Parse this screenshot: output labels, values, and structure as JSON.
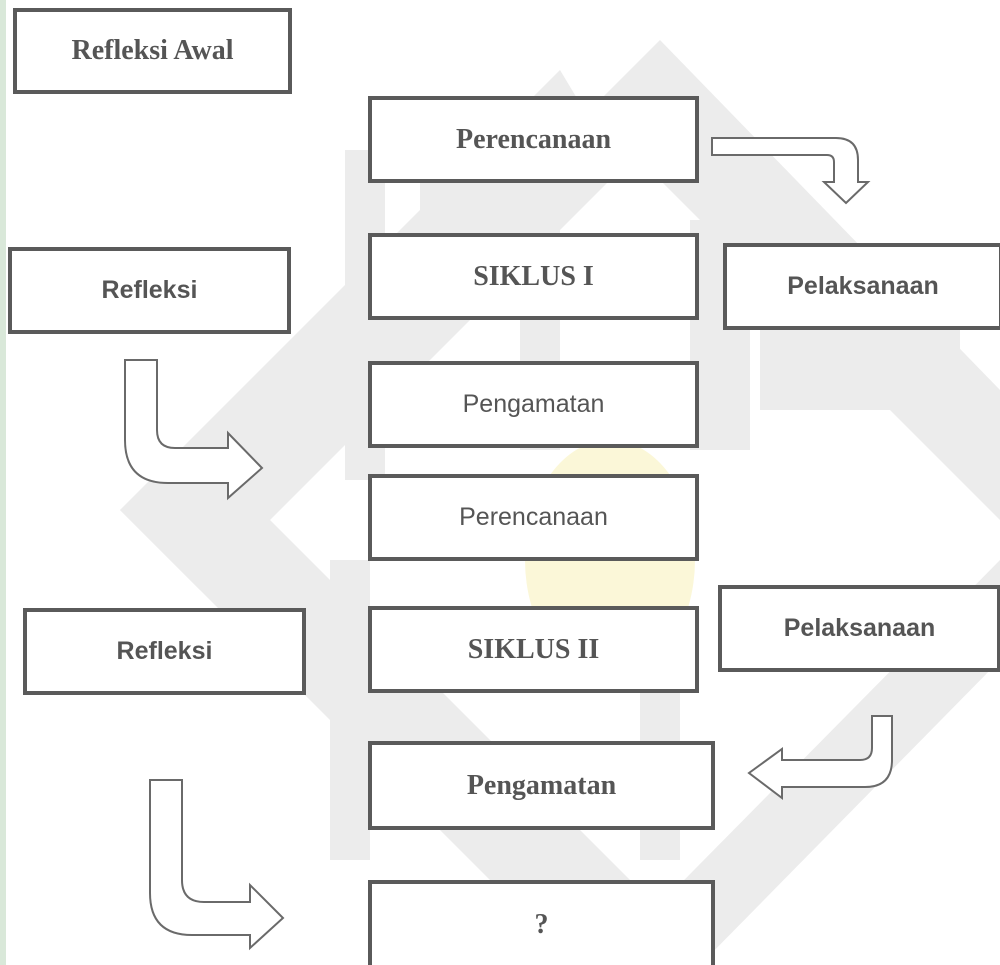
{
  "boxes": {
    "refleksi_awal": "Refleksi Awal",
    "perencanaan_1": "Perencanaan",
    "siklus_1": "SIKLUS I",
    "pelaksanaan_1": "Pelaksanaan",
    "refleksi_1": "Refleksi",
    "pengamatan_1": "Pengamatan",
    "perencanaan_2": "Perencanaan",
    "refleksi_2": "Refleksi",
    "siklus_2": "SIKLUS II",
    "pelaksanaan_2": "Pelaksanaan",
    "pengamatan_2": "Pengamatan",
    "unknown": "?"
  },
  "colors": {
    "box_border": "#5a5a5a",
    "text": "#555555",
    "arrow_stroke": "#6a6a6a",
    "watermark": "#e9e9e9",
    "watermark_center": "#fbf7d8"
  }
}
